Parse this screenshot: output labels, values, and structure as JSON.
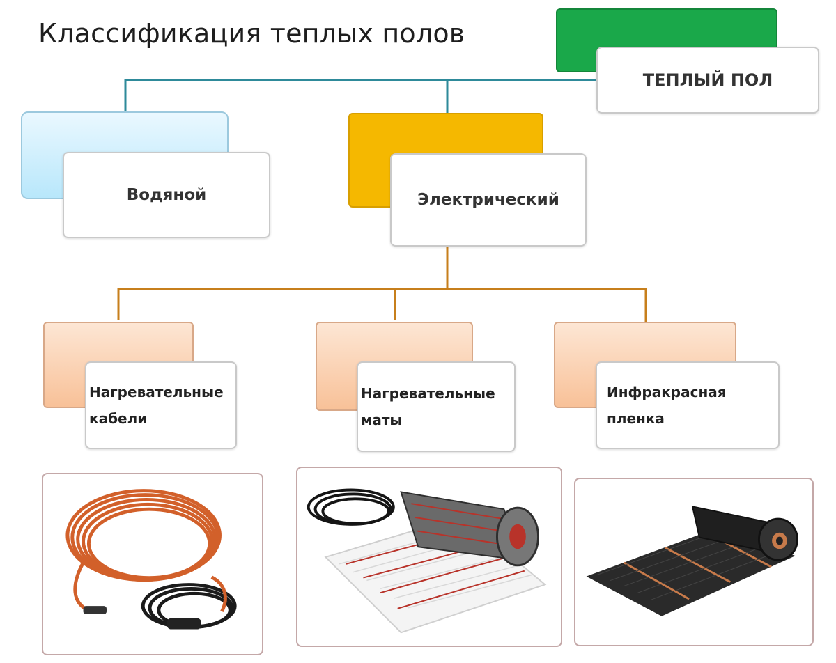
{
  "title": "Классификация теплых полов",
  "root": {
    "label": "ТЕПЛЫЙ ПОЛ",
    "color": "#1aa84a"
  },
  "types": [
    {
      "label": "Водяной",
      "color": "#b8e7fb"
    },
    {
      "label": "Электрический",
      "color": "#f5b800"
    }
  ],
  "electric_subtypes": [
    {
      "line1": "Нагревательные",
      "line2": "кабели",
      "color": "#f8c198"
    },
    {
      "line1": "Нагревательные",
      "line2": "маты",
      "color": "#f8c198"
    },
    {
      "line1": "Инфракрасная",
      "line2": "пленка",
      "color": "#f8c198"
    }
  ],
  "photos": [
    {
      "icon": "heating-cable-coil-icon"
    },
    {
      "icon": "heating-mat-roll-icon"
    },
    {
      "icon": "infrared-film-roll-icon"
    }
  ],
  "connector_colors": {
    "top": "#2e8a9a",
    "electric": "#c77f1c"
  }
}
